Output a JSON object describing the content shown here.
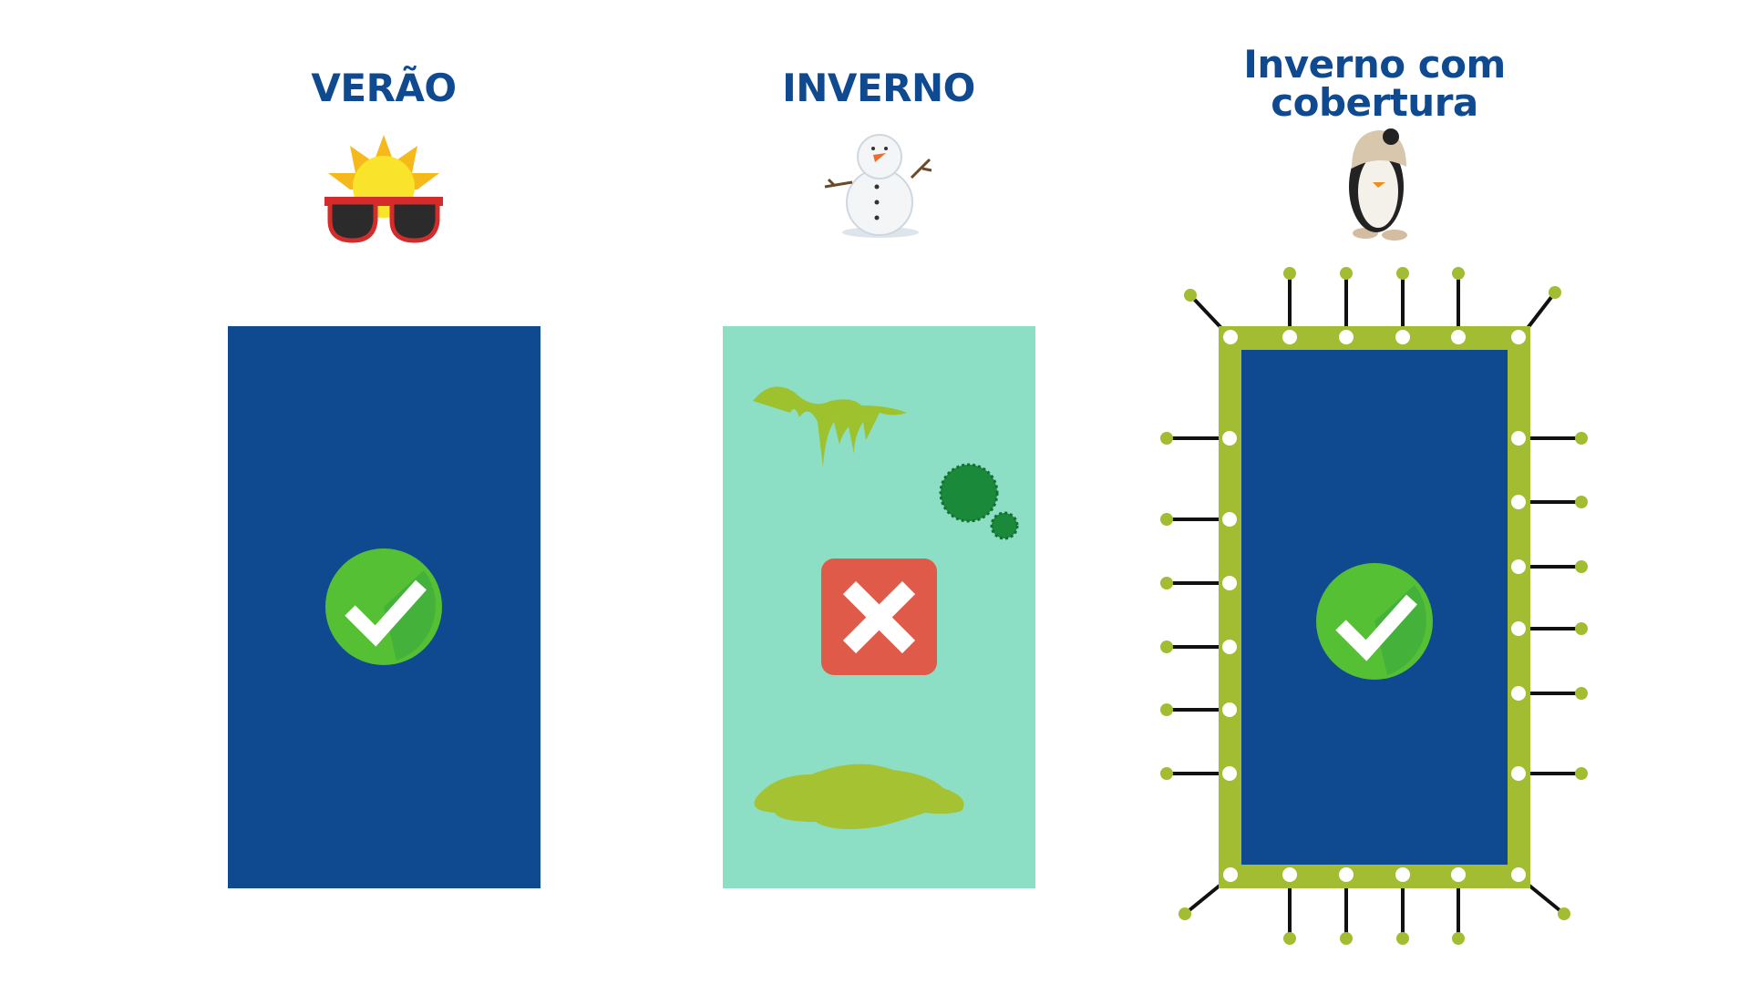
{
  "columns": [
    {
      "title": "VERÃO",
      "icon": "sun-with-sunglasses-icon",
      "status": "ok"
    },
    {
      "title": "INVERNO",
      "icon": "snowman-icon",
      "status": "bad"
    },
    {
      "title_line1": "Inverno com",
      "title_line2": "cobertura",
      "icon": "penguin-icon",
      "status": "ok"
    }
  ],
  "colors": {
    "title": "#0f4a90",
    "pool_clean": "#0f4a90",
    "pool_dirty": "#8cdec5",
    "cover_frame": "#a3bd33",
    "check": "#56c035",
    "cross": "#e05a4a"
  }
}
